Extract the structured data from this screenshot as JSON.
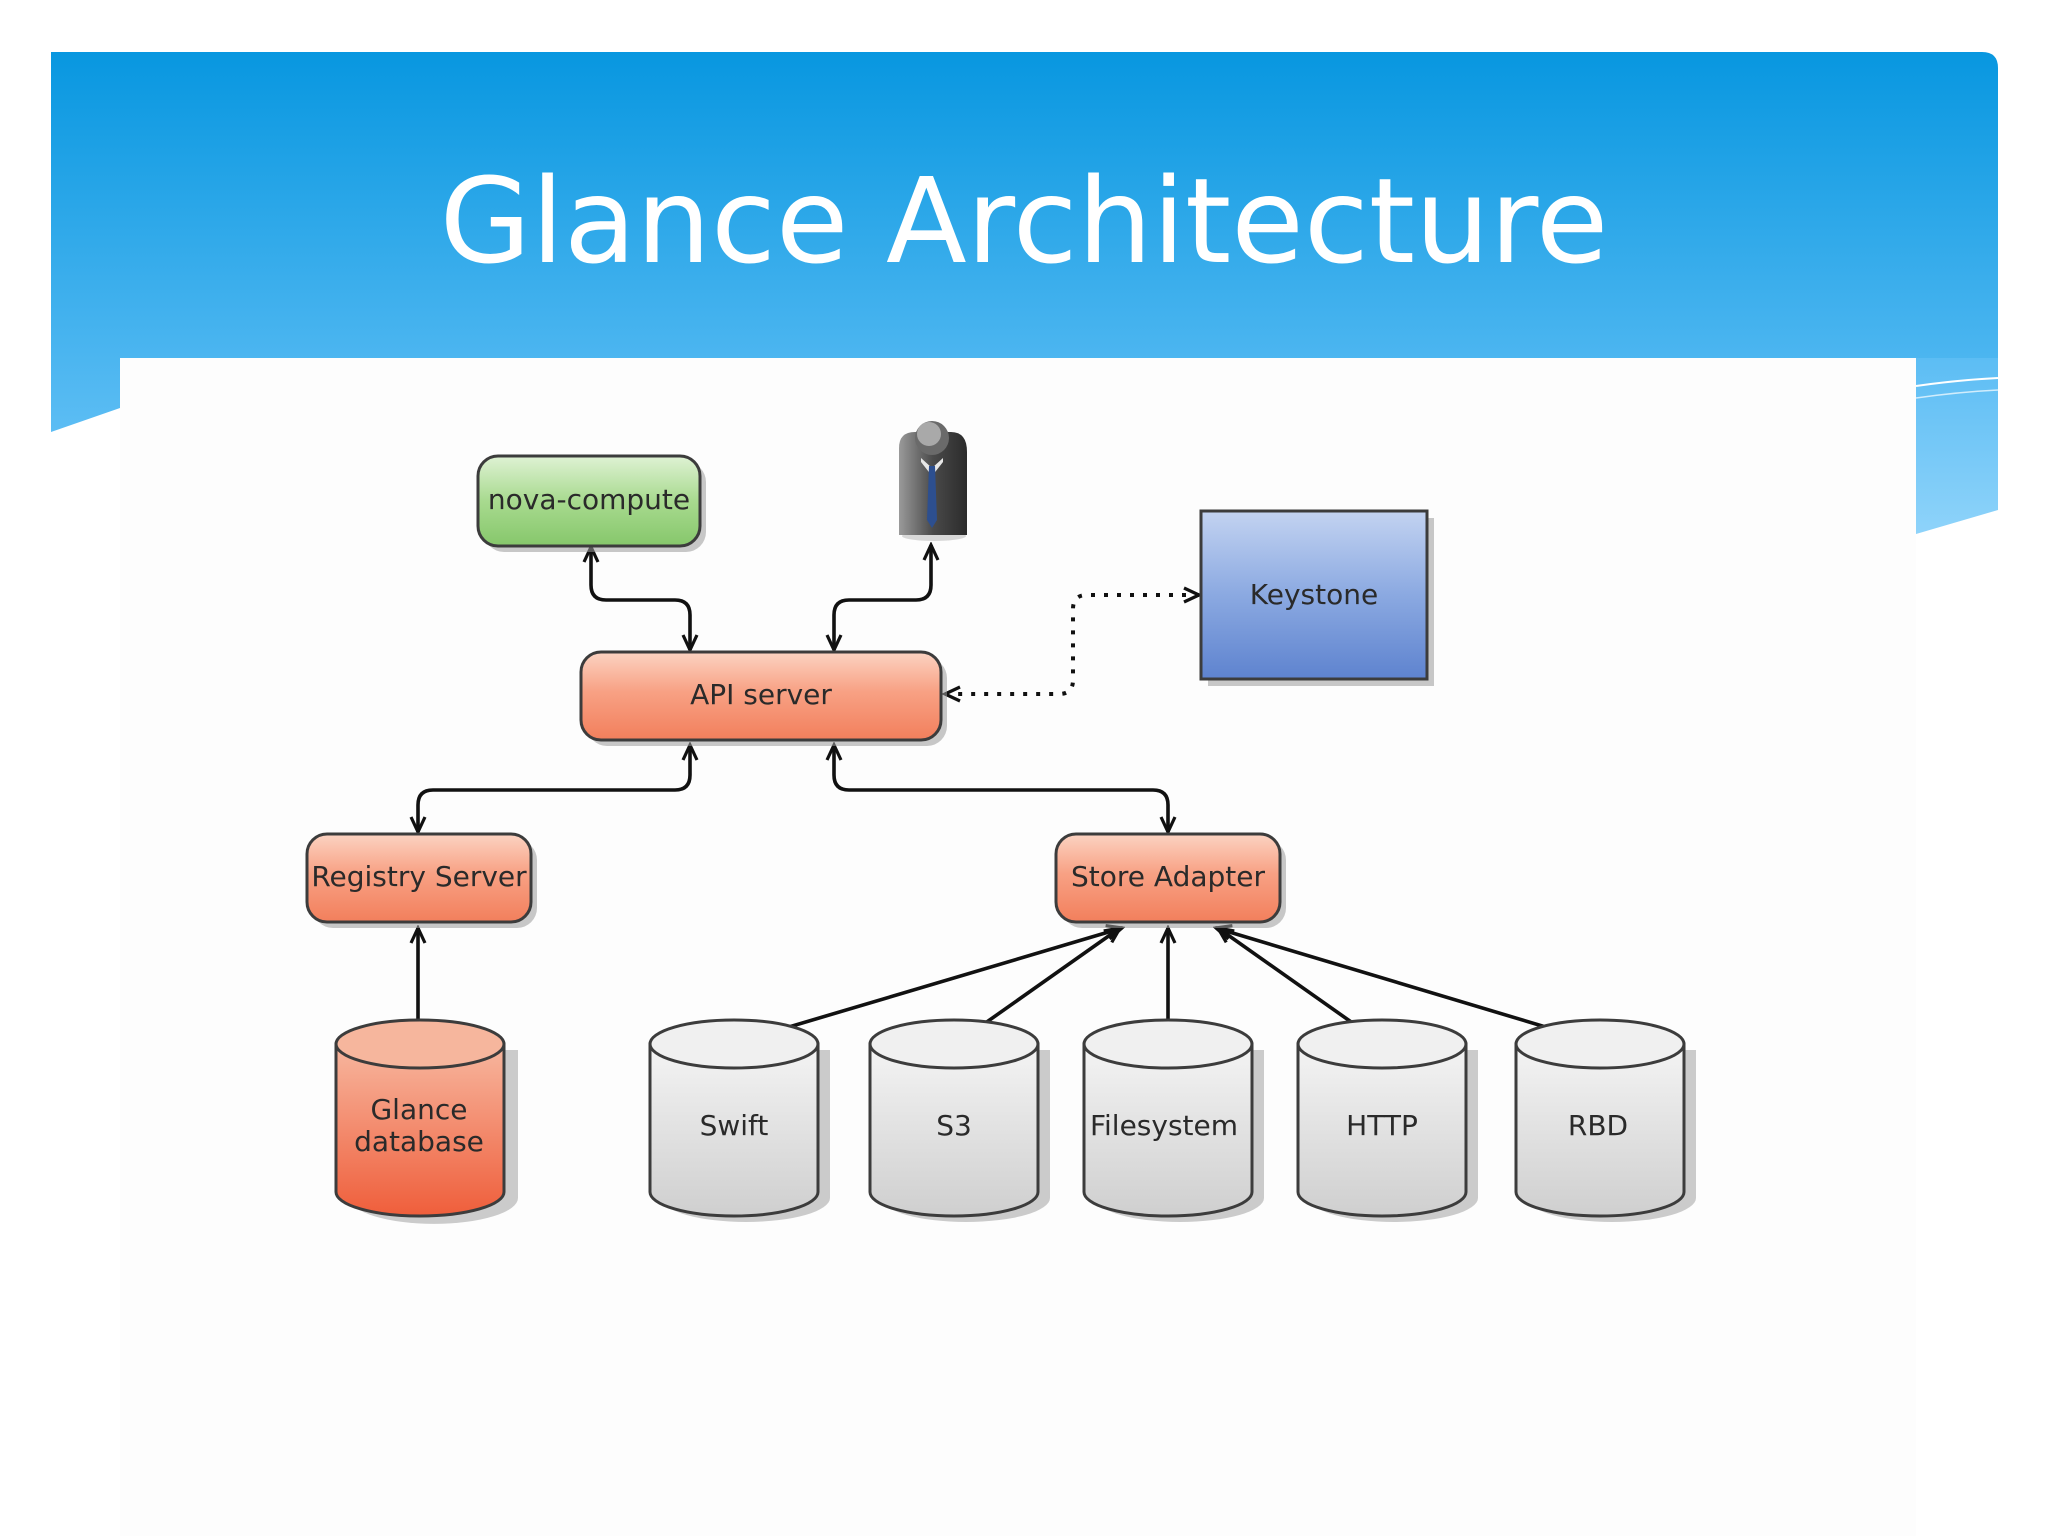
{
  "slide": {
    "title": "Glance Architecture"
  },
  "diagram": {
    "nodes": {
      "nova_compute": "nova-compute",
      "user": "user-icon",
      "keystone": "Keystone",
      "api_server": "API server",
      "registry_server": "Registry Server",
      "store_adapter": "Store Adapter",
      "glance_database_line1": "Glance",
      "glance_database_line2": "database",
      "swift": "Swift",
      "s3": "S3",
      "filesystem": "Filesystem",
      "http": "HTTP",
      "rbd": "RBD"
    },
    "colors": {
      "header_top": "#0897e0",
      "header_bottom": "#5cbdf4",
      "api_fill": "#f58a6a",
      "nova_fill": "#8ccc72",
      "keystone_fill": "#6b8fd6",
      "database_fill": "#f06a4a",
      "store_fill": "#dcdcdc"
    }
  }
}
